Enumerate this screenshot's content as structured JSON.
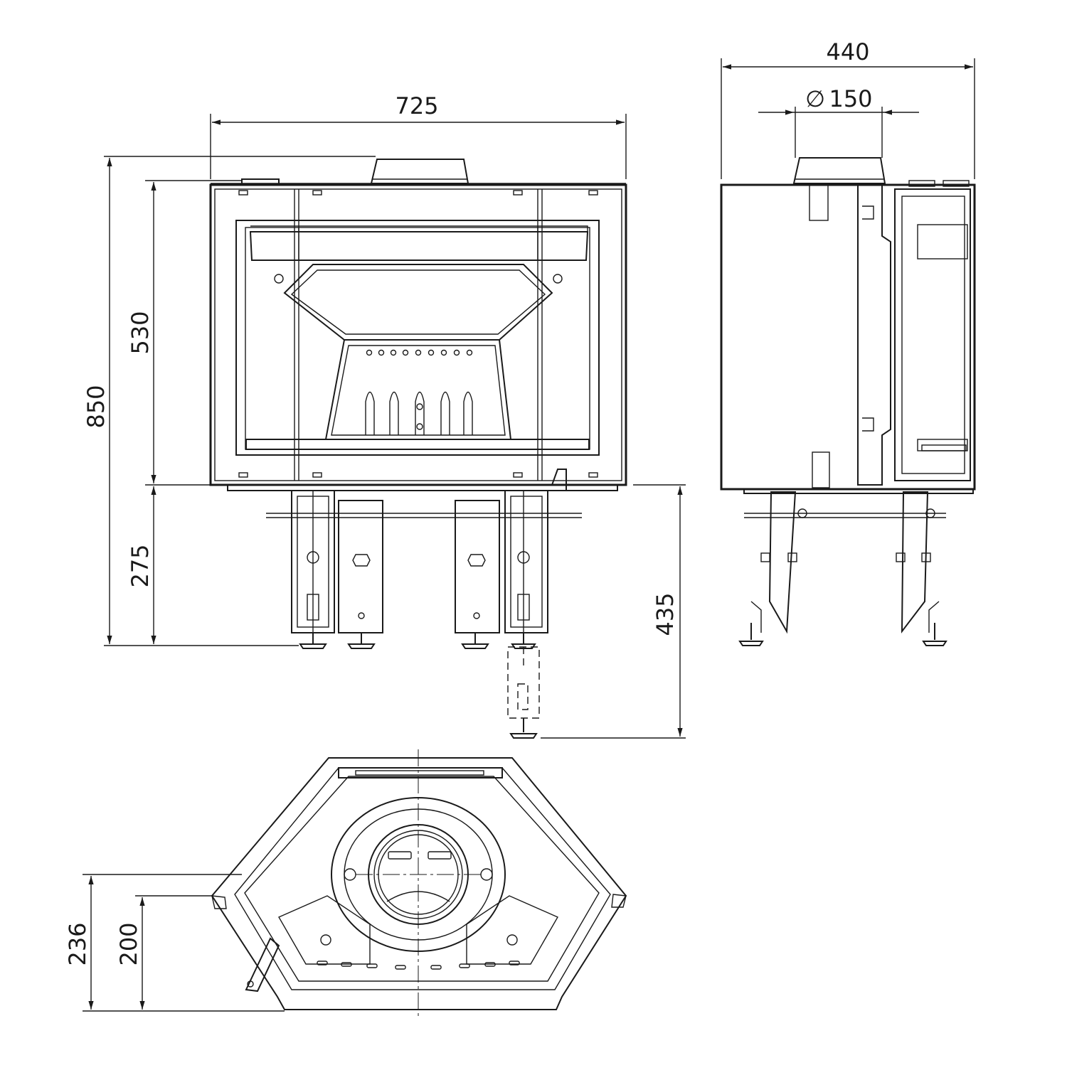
{
  "dimensions": {
    "front_width": "725",
    "side_depth": "440",
    "flue_diameter": "150",
    "total_height": "850",
    "door_height": "530",
    "leg_height": "275",
    "leg_height_extended": "435",
    "plan_depth_outer": "236",
    "plan_depth_inner": "200"
  },
  "symbols": {
    "diameter": "∅"
  }
}
